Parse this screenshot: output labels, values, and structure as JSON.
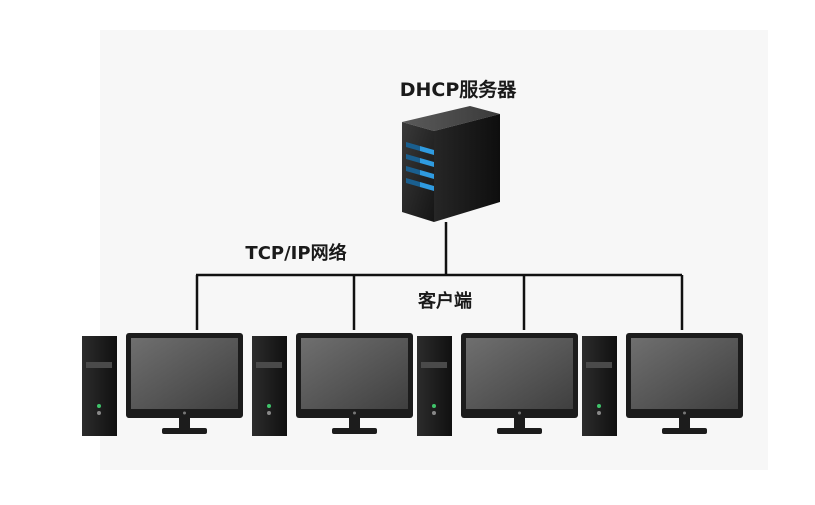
{
  "diagram": {
    "server_label": "DHCP服务器",
    "network_label": "TCP/IP网络",
    "client_label": "客户端",
    "client_count": 4
  },
  "colors": {
    "line": "#111111",
    "server_body": "#2b2b2b",
    "server_light": "#2f9be0",
    "monitor_frame": "#1c1c1c",
    "monitor_screen": "#5a5a5a",
    "tower": "#1e1e1e",
    "tower_led": "#3fc46a"
  }
}
